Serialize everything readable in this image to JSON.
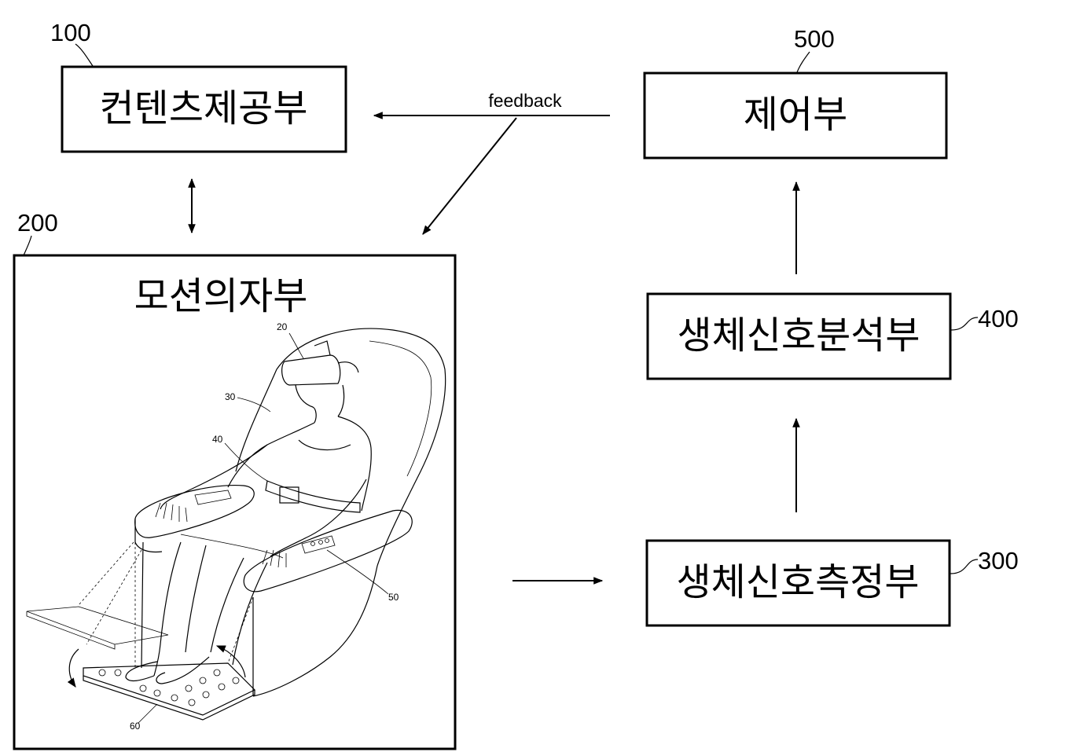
{
  "blocks": {
    "content": {
      "num": "100",
      "label": "컨텐츠제공부"
    },
    "chair": {
      "num": "200",
      "label": "모션의자부"
    },
    "measure": {
      "num": "300",
      "label": "생체신호측정부"
    },
    "analysis": {
      "num": "400",
      "label": "생체신호분석부"
    },
    "control": {
      "num": "500",
      "label": "제어부"
    }
  },
  "feedback_label": "feedback",
  "illustration": {
    "callouts": [
      "20",
      "30",
      "40",
      "50",
      "60"
    ]
  }
}
